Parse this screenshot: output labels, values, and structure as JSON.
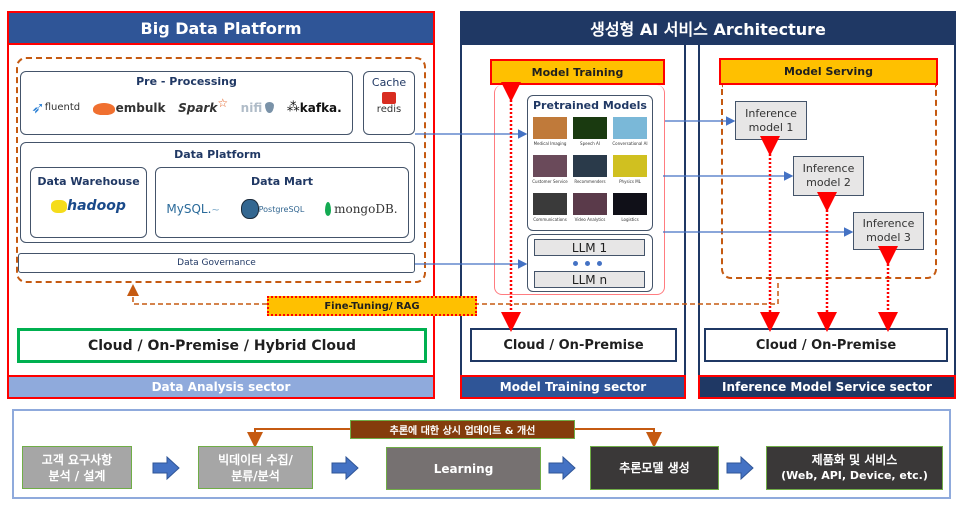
{
  "big_data_platform": {
    "title": "Big Data Platform",
    "pre_processing": {
      "title": "Pre - Processing",
      "tools": [
        {
          "name": "fluentd",
          "icon": "fluentd-bird-logo"
        },
        {
          "name": "embulk",
          "icon": "embulk-whale-logo"
        },
        {
          "name": "Spark",
          "icon": "spark-star-logo"
        },
        {
          "name": "nifi",
          "icon": "nifi-drop-logo"
        },
        {
          "name": "kafka.",
          "icon": "kafka-nodes-logo"
        }
      ]
    },
    "cache": {
      "title": "Cache",
      "tool": "redis",
      "icon": "redis-cube-logo"
    },
    "data_platform": {
      "title": "Data Platform",
      "data_warehouse": {
        "title": "Data Warehouse",
        "tool": "hadoop",
        "icon": "hadoop-elephant-logo"
      },
      "data_mart": {
        "title": "Data Mart",
        "tools": [
          {
            "name": "MySQL.",
            "icon": "mysql-dolphin-logo"
          },
          {
            "name": "PostgreSQL",
            "icon": "postgresql-elephant-logo"
          },
          {
            "name": "mongoDB.",
            "icon": "mongodb-leaf-logo"
          }
        ]
      }
    },
    "data_governance": "Data Governance",
    "infrastructure": "Cloud / On-Premise / Hybrid Cloud",
    "sector": "Data Analysis sector"
  },
  "fine_tuning_label": "Fine-Tuning/ RAG",
  "ai_architecture": {
    "title": "생성형 AI 서비스 Architecture",
    "model_training": {
      "header": "Model Training",
      "pretrained": {
        "title": "Pretrained Models",
        "models": [
          {
            "label": "Medical Imaging",
            "color": "#c07a3a"
          },
          {
            "label": "Speech AI",
            "color": "#1a3a10"
          },
          {
            "label": "Conversational AI",
            "color": "#7ab8d8"
          },
          {
            "label": "Customer Service",
            "color": "#6a4a5a"
          },
          {
            "label": "Recommenders",
            "color": "#2a3a4a"
          },
          {
            "label": "Physics ML",
            "color": "#d0c020"
          },
          {
            "label": "Communications",
            "color": "#3a3a3a"
          },
          {
            "label": "Video Analytics",
            "color": "#5a3a4a"
          },
          {
            "label": "Logistics",
            "color": "#101018"
          }
        ]
      },
      "llms": [
        "LLM 1",
        "LLM n"
      ],
      "infrastructure": "Cloud / On-Premise",
      "sector": "Model Training sector"
    },
    "model_serving": {
      "header": "Model Serving",
      "inference_models": [
        {
          "line1": "Inference",
          "line2": "model 1"
        },
        {
          "line1": "Inference",
          "line2": "model 2"
        },
        {
          "line1": "Inference",
          "line2": "model 3"
        }
      ],
      "infrastructure": "Cloud / On-Premise",
      "sector": "Inference Model Service sector"
    }
  },
  "process_flow": {
    "feedback_label": "추론에 대한 상시 업데이트 & 개선",
    "steps": [
      {
        "line1": "고객 요구사항",
        "line2": "분석 / 설계"
      },
      {
        "line1": "빅데이터 수집/",
        "line2": "분류/분석"
      },
      {
        "line1": "Learning",
        "line2": ""
      },
      {
        "line1": "추론모델 생성",
        "line2": ""
      },
      {
        "line1": "제품화 및 서비스",
        "line2": "(Web, API, Device, etc.)"
      }
    ]
  },
  "colors": {
    "primary_blue": "#2f5597",
    "navy": "#1f3864",
    "light_blue": "#8faadc",
    "accent_red": "#ff0000",
    "yellow": "#ffc000",
    "orange_dash": "#c55a11",
    "green": "#00b050",
    "brown": "#843c0c"
  }
}
